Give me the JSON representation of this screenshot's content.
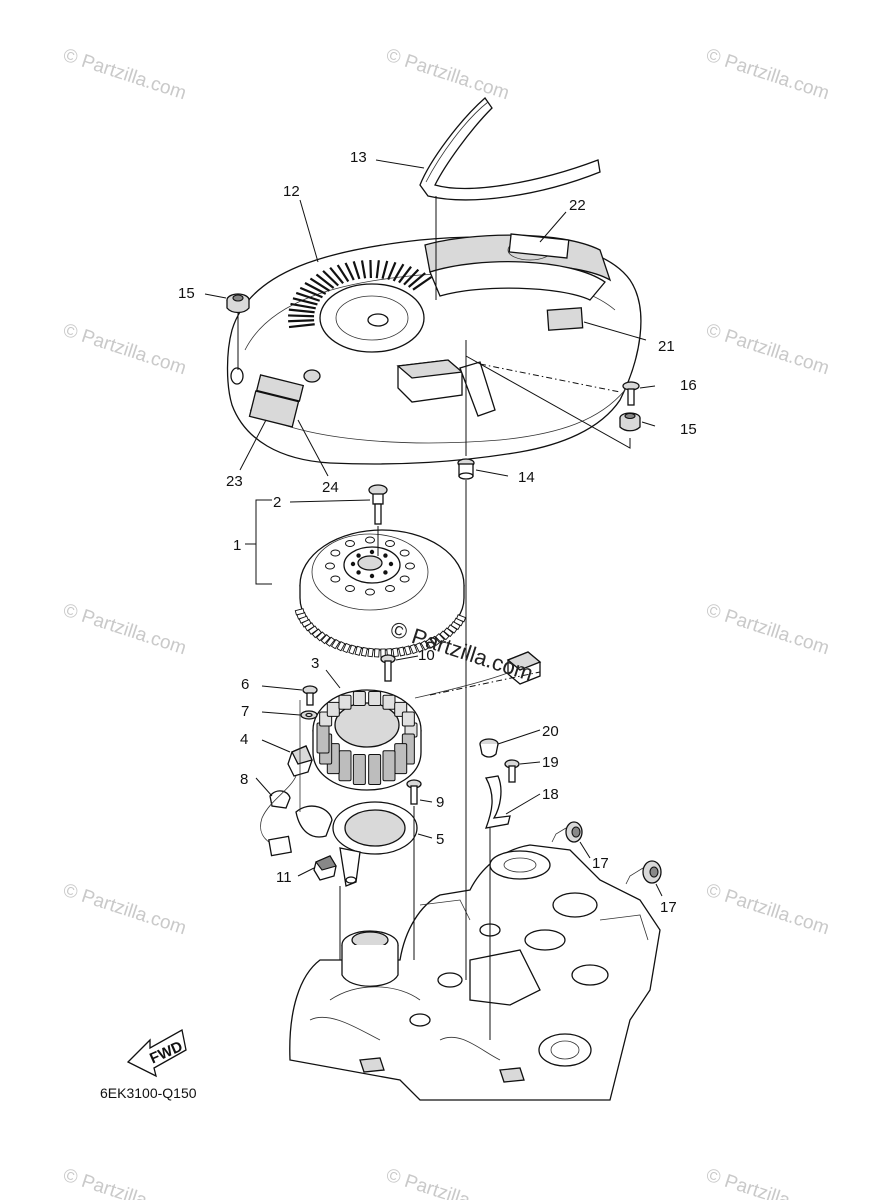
{
  "watermark_text": "© Partzilla.com",
  "diagram_code": "6EK3100-Q150",
  "fwd_label": "FWD",
  "callouts": [
    "1",
    "2",
    "3",
    "4",
    "5",
    "6",
    "7",
    "8",
    "9",
    "10",
    "11",
    "12",
    "13",
    "14",
    "15",
    "15",
    "16",
    "17",
    "17",
    "18",
    "19",
    "20",
    "21",
    "22",
    "23",
    "24"
  ],
  "icons": [
    "fwd-arrow-icon",
    "copyright-icon"
  ]
}
